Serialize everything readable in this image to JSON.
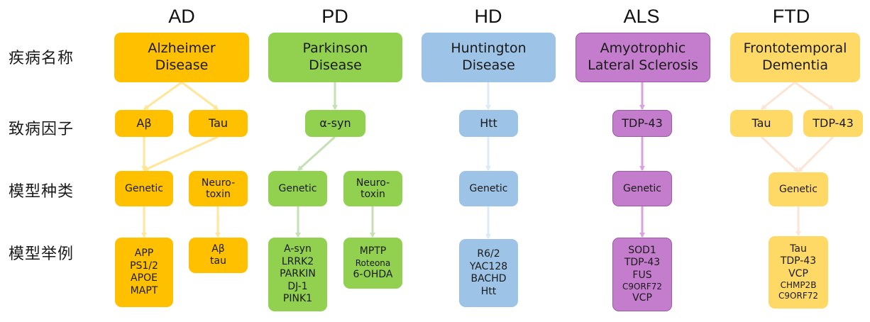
{
  "row_labels": [
    "疾病名称",
    "致病因子",
    "模型种类",
    "模型举例"
  ],
  "columns": [
    {
      "abbr": "AD",
      "disease": [
        "Alzheimer",
        "Disease"
      ],
      "factors": [
        "Aβ",
        "Tau"
      ],
      "models": [
        [
          "Genetic"
        ],
        [
          "Neuro-",
          "toxin"
        ]
      ],
      "examples": [
        [
          "APP",
          "PS1/2",
          "APOE",
          "MAPT"
        ],
        [
          "Aβ",
          "tau"
        ]
      ]
    },
    {
      "abbr": "PD",
      "disease": [
        "Parkinson",
        "Disease"
      ],
      "factors": [
        "α-syn"
      ],
      "models": [
        [
          "Genetic"
        ],
        [
          "Neuro-",
          "toxin"
        ]
      ],
      "examples": [
        [
          "A-syn",
          "LRRK2",
          "PARKIN",
          "DJ-1",
          "PINK1"
        ],
        [
          "MPTP",
          "Roteona",
          "6-OHDA"
        ]
      ]
    },
    {
      "abbr": "HD",
      "disease": [
        "Huntington",
        "Disease"
      ],
      "factors": [
        "Htt"
      ],
      "models": [
        [
          "Genetic"
        ]
      ],
      "examples": [
        [
          "R6/2",
          "YAC128",
          "BACHD",
          "Htt"
        ]
      ]
    },
    {
      "abbr": "ALS",
      "disease": [
        "Amyotrophic",
        "Lateral Sclerosis"
      ],
      "factors": [
        "TDP-43"
      ],
      "models": [
        [
          "Genetic"
        ]
      ],
      "examples": [
        [
          "SOD1",
          "TDP-43",
          "FUS",
          "C9ORF72",
          "VCP"
        ]
      ]
    },
    {
      "abbr": "FTD",
      "disease": [
        "Frontotemporal",
        "Dementia"
      ],
      "factors": [
        "Tau",
        "TDP-43"
      ],
      "models": [
        [
          "Genetic"
        ]
      ],
      "examples": [
        [
          "Tau",
          "TDP-43",
          "VCP",
          "CHMP2B",
          "C9ORF72"
        ]
      ]
    }
  ],
  "colors": {
    "AD": "#FFC000",
    "PD": "#92D050",
    "HD": "#9DC3E6",
    "ALS": "#C47DCC",
    "FTD": "#FFD966",
    "AD_arrow": "#FFE699",
    "PD_arrow": "#C5E0B4",
    "HD_arrow": "#DDEBF7",
    "ALS_arrow": "#D9A3DD",
    "FTD_arrow": "#FBE5D6"
  }
}
